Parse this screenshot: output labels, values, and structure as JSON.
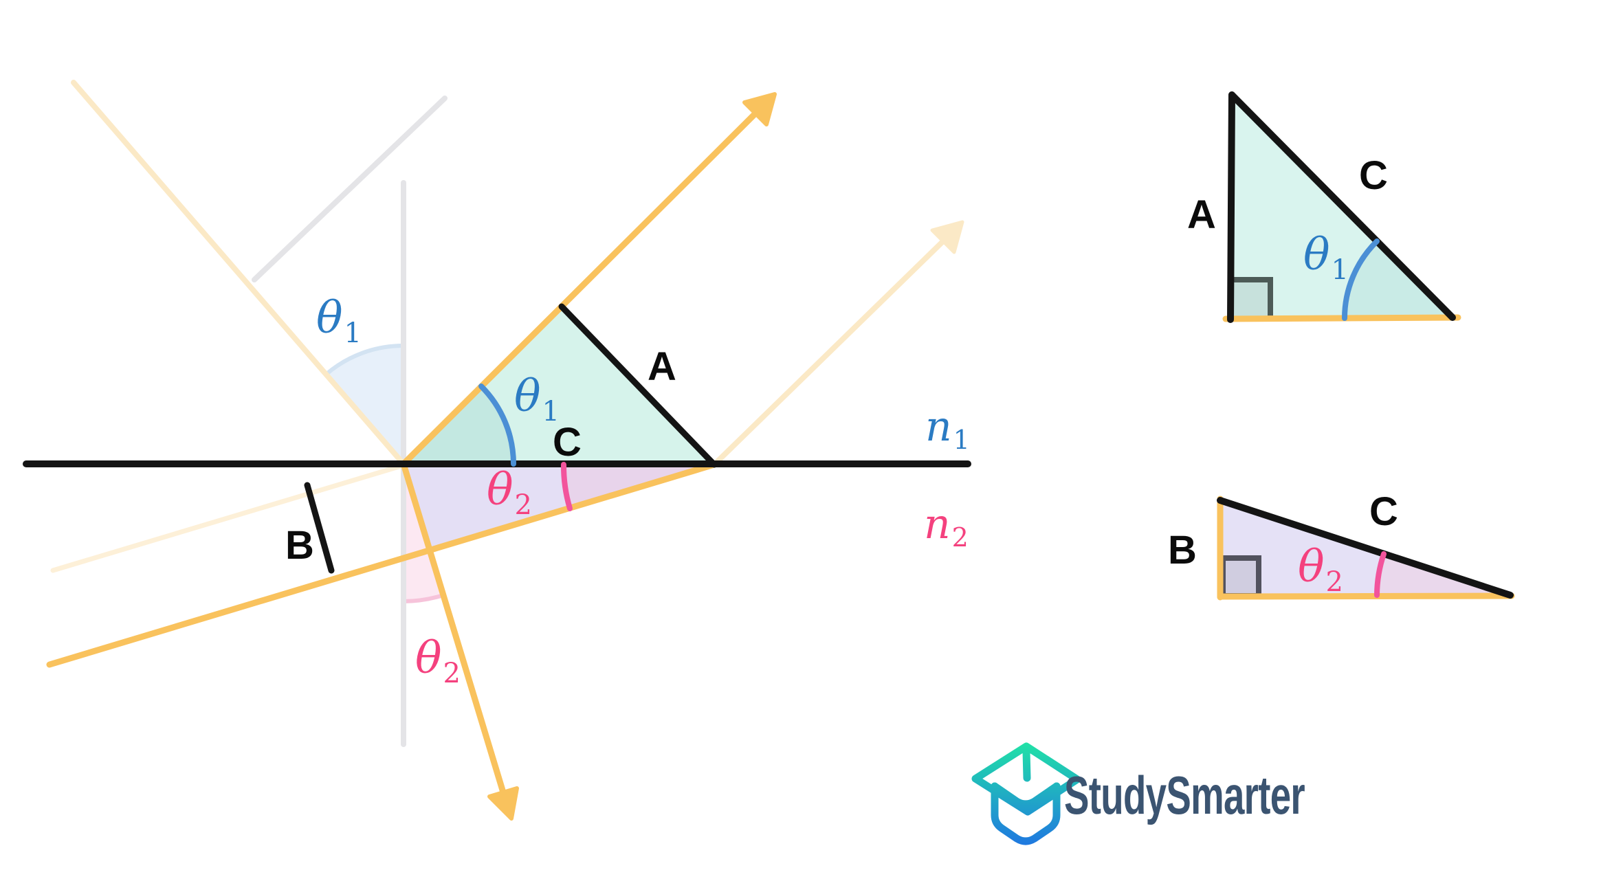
{
  "palette": {
    "ray_orange": "#F9C25D",
    "ray_orange_faint": "#FBE9C6",
    "ray_orange_fainter": "#FDF0D8",
    "ink_black": "#141414",
    "gray_line": "#E4E4E7",
    "blue_label": "#2B7BC3",
    "blue_arc": "#4B8FD5",
    "blue_wedge_fill": "#E7F0FA",
    "blue_wedge_edge": "#D3E3F2",
    "pink_label": "#F4417E",
    "pink_arc": "#F2549C",
    "pink_wedge_fill": "#FCE8F2",
    "pink_wedge_edge": "#F6C3DA",
    "teal_triangle_fill": "#D6F3EB",
    "teal_wedge_fill": "#C3E8E1",
    "purple_triangle_fill": "#E4DFF5",
    "purple_wedge_fill": "#E8D4EB",
    "right_angle_marker": "#4D5B57",
    "logo_text": "#3B5471",
    "logo_gradient_top": "#21E2A6",
    "logo_gradient_bottom": "#1F78E0"
  },
  "refraction_diagram": {
    "theta1": {
      "base": "θ",
      "sub": "1"
    },
    "theta2": {
      "base": "θ",
      "sub": "2"
    },
    "n1": {
      "base": "n",
      "sub": "1"
    },
    "n2": {
      "base": "n",
      "sub": "2"
    },
    "side_a": "A",
    "side_b": "B",
    "side_c": "C"
  },
  "triangle_top": {
    "side_a": "A",
    "side_c": "C",
    "angle": {
      "base": "θ",
      "sub": "1"
    }
  },
  "triangle_bottom": {
    "side_b": "B",
    "side_c": "C",
    "angle": {
      "base": "θ",
      "sub": "2"
    }
  },
  "logo": {
    "wordmark": "StudySmarter"
  }
}
